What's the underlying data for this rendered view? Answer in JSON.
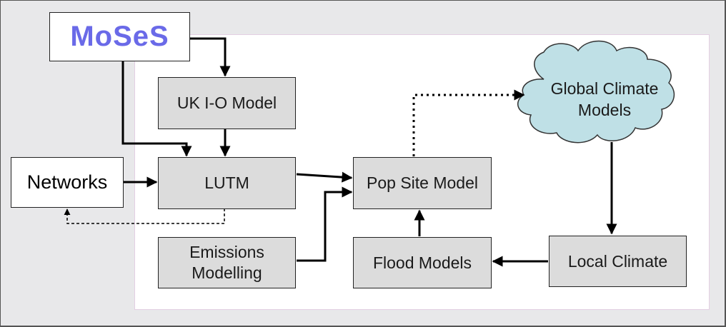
{
  "nodes": {
    "moses": "MoSeS",
    "uk_io_model": "UK I-O Model",
    "lutm": "LUTM",
    "networks": "Networks",
    "emissions_modelling": "Emissions\nModelling",
    "pop_site_model": "Pop Site Model",
    "flood_models": "Flood Models",
    "local_climate": "Local Climate",
    "global_climate_models": "Global Climate\nModels"
  },
  "colors": {
    "box_fill": "#dcdcdc",
    "moses_text": "#6a6ae8",
    "cloud_fill": "#bfe0e6",
    "background": "#e8e8ea"
  }
}
